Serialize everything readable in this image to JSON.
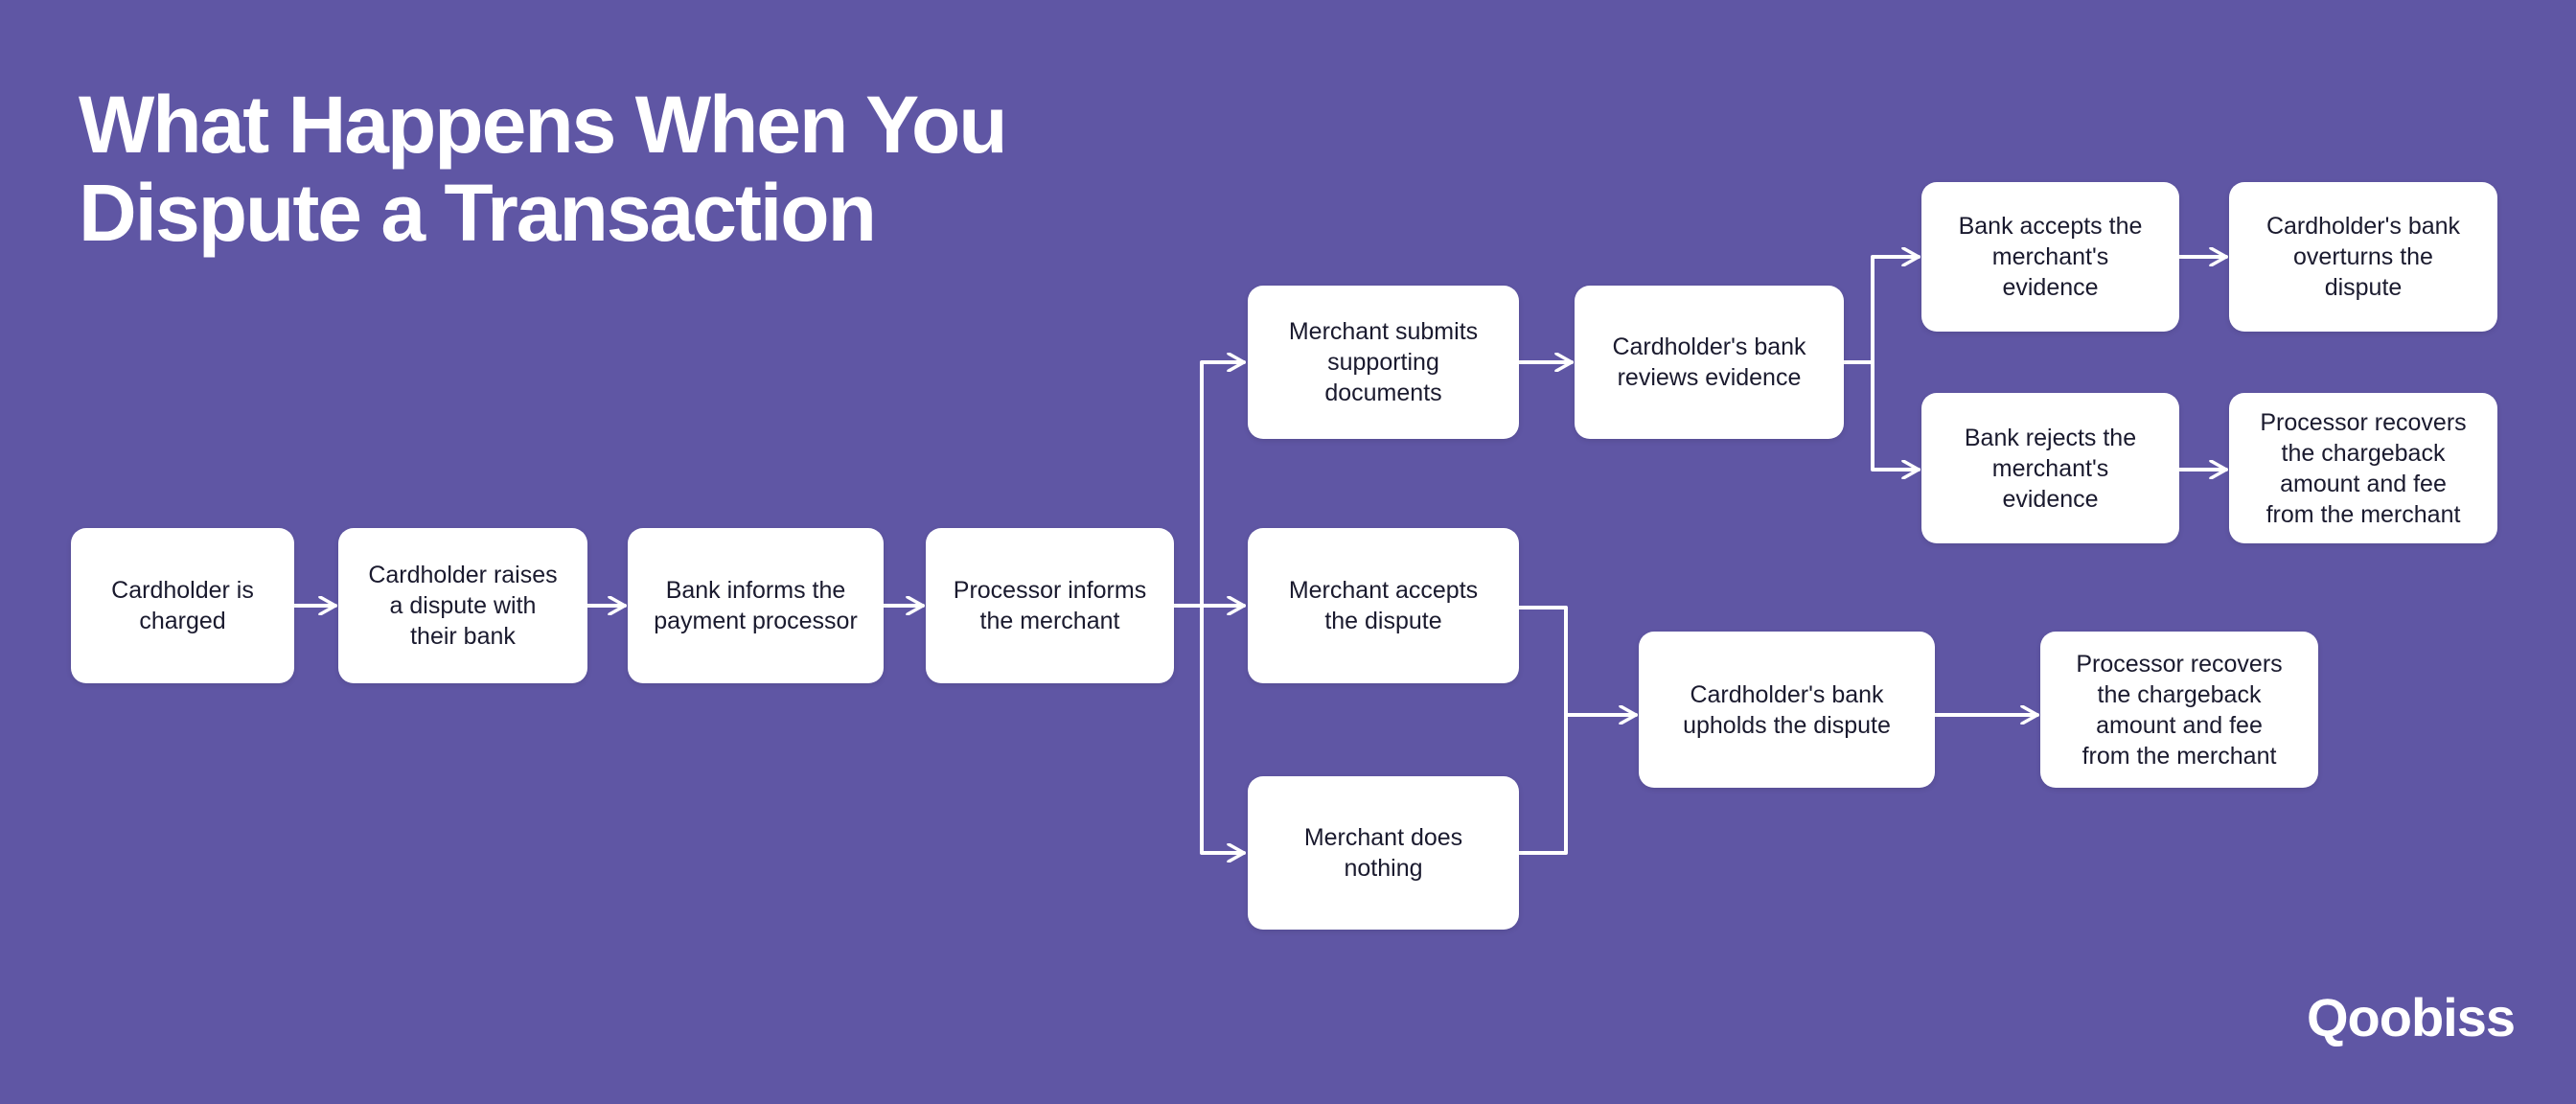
{
  "title": {
    "line1": "What Happens When You",
    "line2": "Dispute a Transaction"
  },
  "nodes": {
    "charged": [
      "Cardholder is",
      "charged"
    ],
    "raises": [
      "Cardholder raises",
      "a dispute with",
      "their bank"
    ],
    "bank_informs": [
      "Bank informs the",
      "payment processor"
    ],
    "processor_informs": [
      "Processor informs",
      "the merchant"
    ],
    "submits": [
      "Merchant submits",
      "supporting",
      "documents"
    ],
    "accepts_dispute": [
      "Merchant accepts",
      "the dispute"
    ],
    "does_nothing": [
      "Merchant does",
      "nothing"
    ],
    "reviews": [
      "Cardholder's bank",
      "reviews evidence"
    ],
    "bank_accepts": [
      "Bank accepts the",
      "merchant's",
      "evidence"
    ],
    "bank_rejects": [
      "Bank rejects the",
      "merchant's",
      "evidence"
    ],
    "overturns": [
      "Cardholder's bank",
      "overturns the",
      "dispute"
    ],
    "recovers_top": [
      "Processor recovers",
      "the chargeback",
      "amount and fee",
      "from the merchant"
    ],
    "upholds": [
      "Cardholder's bank",
      "upholds the dispute"
    ],
    "recovers_bottom": [
      "Processor recovers",
      "the chargeback",
      "amount and fee",
      "from the merchant"
    ]
  },
  "logo": {
    "text": "Qoobiss"
  }
}
